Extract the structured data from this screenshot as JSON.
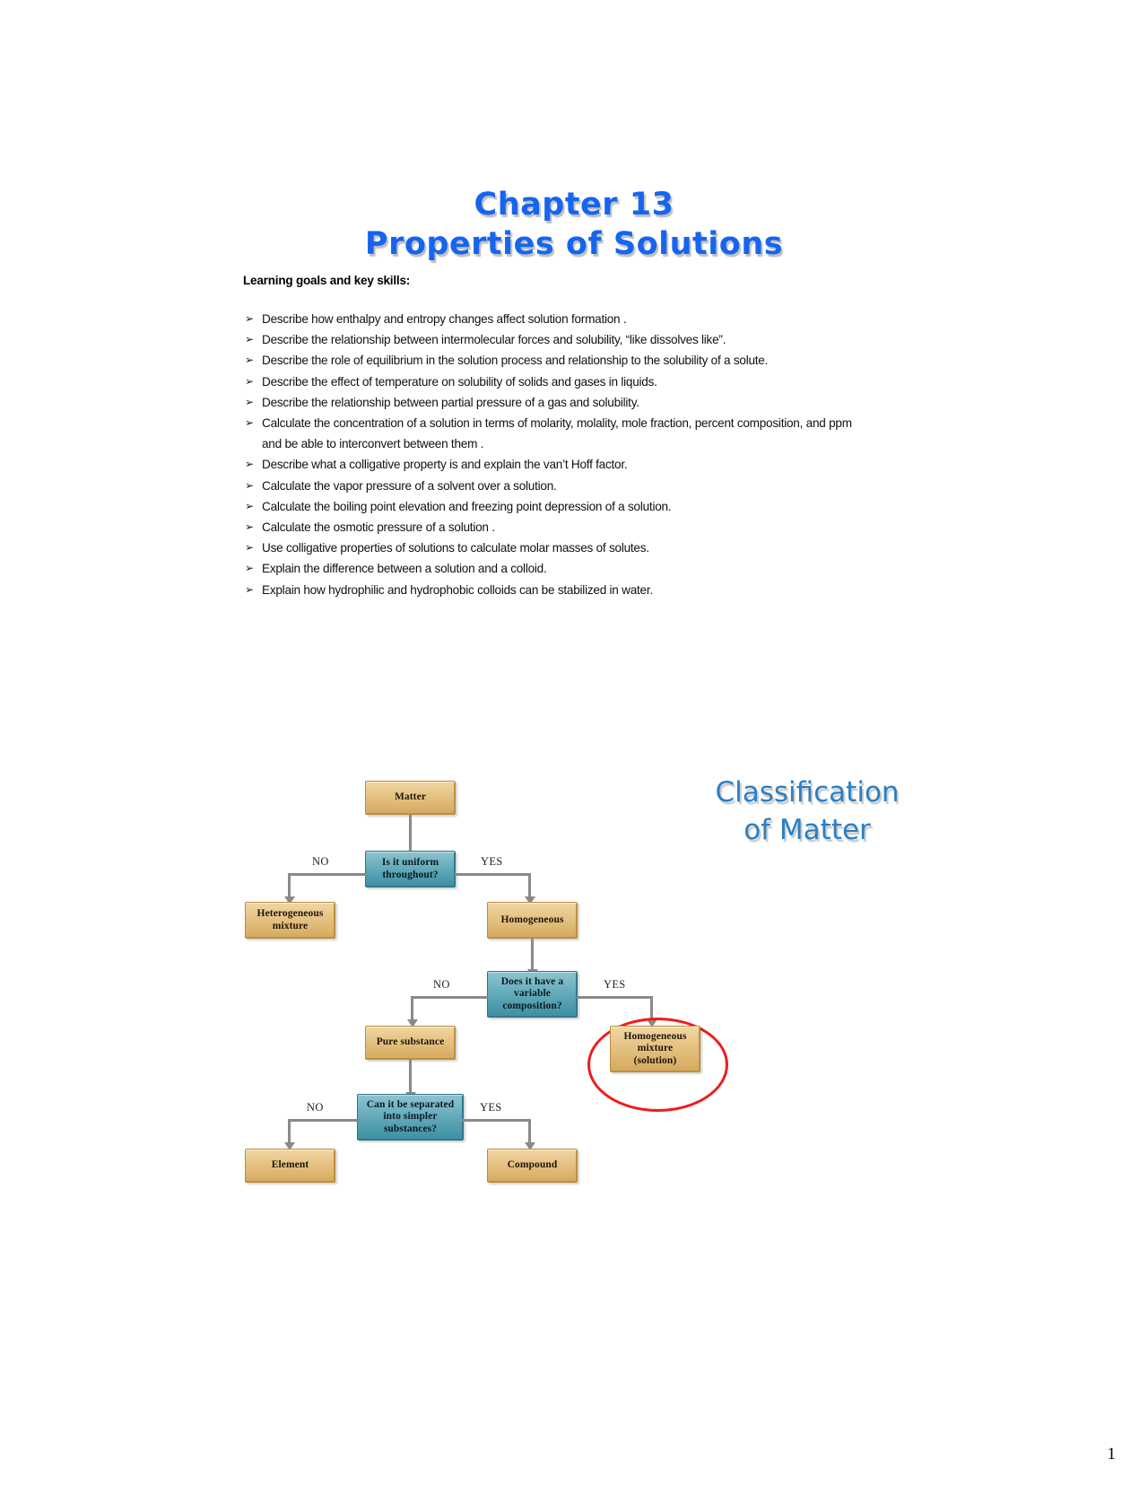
{
  "title": {
    "line1": "Chapter 13",
    "line2": "Properties of Solutions",
    "color": "#1565f0"
  },
  "goals": {
    "heading": "Learning goals and key skills:",
    "bullet_glyph": "➢",
    "items": [
      "Describe how enthalpy and entropy changes affect solution formation .",
      "Describe the relationship between intermolecular forces and solubility, “like dissolves like”.",
      "Describe the role of equilibrium in the solution process and relationship to the solubility of a solute.",
      "Describe the effect of temperature on solubility of solids and gases in liquids.",
      "Describe the relationship between partial pressure of a gas and solubility.",
      "Calculate the concentration of a solution in terms of molarity, molality, mole fraction, percent composition, and ppm and be able to interconvert between them .",
      "Describe what a colligative property is and explain the van’t Hoff factor.",
      "Calculate the vapor pressure of a solvent over a solution.",
      "Calculate the boiling point elevation and freezing point depression of a solution.",
      "Calculate the osmotic pressure of a solution .",
      "Use colligative properties of solutions to calculate molar masses of solutes.",
      "Explain the difference between a solution and a colloid.",
      "Explain how hydrophilic and hydrophobic colloids can be stabilized in water."
    ]
  },
  "figure": {
    "heading": "Classification\nof Matter",
    "heading_color": "#2b7fc4",
    "highlight_color": "#ee1c1c",
    "nodes": {
      "matter": "Matter",
      "q_uniform": "Is it uniform\nthroughout?",
      "heterogeneous": "Heterogeneous\nmixture",
      "homogeneous": "Homogeneous",
      "q_variable": "Does it have a\nvariable\ncomposition?",
      "pure_substance": "Pure substance",
      "solution": "Homogeneous\nmixture\n(solution)",
      "q_separated": "Can it be separated\ninto simpler\nsubstances?",
      "element": "Element",
      "compound": "Compound"
    },
    "labels": {
      "no1": "NO",
      "yes1": "YES",
      "no2": "NO",
      "yes2": "YES",
      "no3": "NO",
      "yes3": "YES"
    }
  },
  "footer": {
    "page_number": "1"
  }
}
